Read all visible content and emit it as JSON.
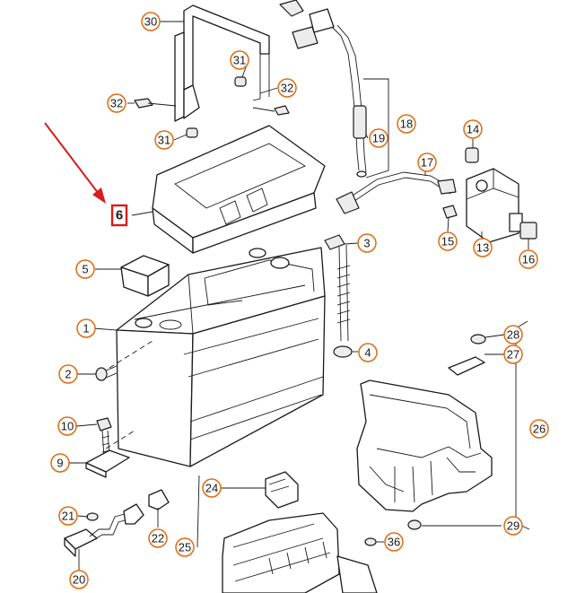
{
  "diagram": {
    "highlighted_part": "6",
    "accent_color": "#e06a10",
    "highlight_color": "#d81c1c",
    "callouts": {
      "c1": "1",
      "c2": "2",
      "c3": "3",
      "c4": "4",
      "c5": "5",
      "c6": "6",
      "c9": "9",
      "c10": "10",
      "c13": "13",
      "c14": "14",
      "c15": "15",
      "c16": "16",
      "c17": "17",
      "c18": "18",
      "c19": "19",
      "c20": "20",
      "c21": "21",
      "c22": "22",
      "c24": "24",
      "c25": "25",
      "c26": "26",
      "c27": "27",
      "c28": "28",
      "c29": "29",
      "c30": "30",
      "c31a": "31",
      "c31b": "31",
      "c32a": "32",
      "c32b": "32",
      "c36": "36"
    }
  }
}
